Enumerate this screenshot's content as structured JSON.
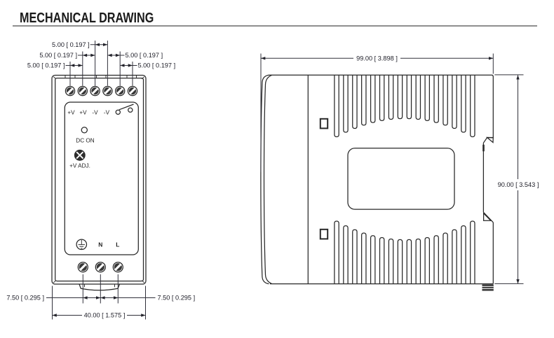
{
  "title": "MECHANICAL DRAWING",
  "front_view": {
    "terminal_labels": [
      "+V",
      "+V",
      "-V",
      "-V"
    ],
    "dc_on_label": "DC ON",
    "adj_label": "+V ADJ.",
    "neutral_label": "N",
    "line_label": "L",
    "dim_terminal_pitch": "5.00 [ 0.197 ]",
    "dim_ac_pitch": "7.50 [ 0.295 ]",
    "dim_width": "40.00 [ 1.575 ]"
  },
  "side_view": {
    "dim_depth": "99.00 [ 3.898 ]",
    "dim_height": "90.00 [ 3.543 ]"
  },
  "colors": {
    "line": "#282828",
    "text": "#20202a",
    "rule": "#8f8f8f"
  }
}
